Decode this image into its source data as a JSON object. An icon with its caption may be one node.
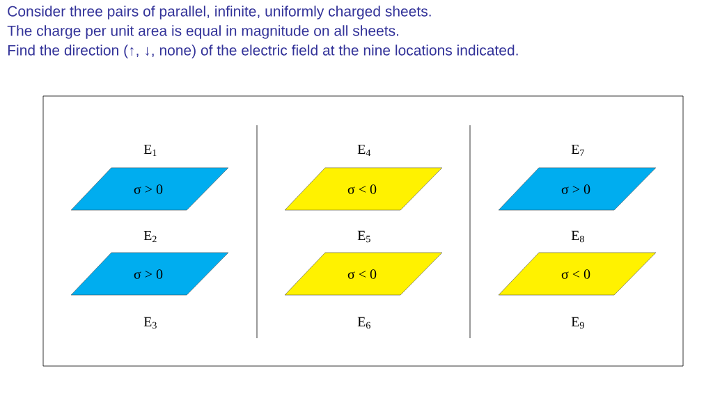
{
  "diagram": {
    "nodes": [
      {
        "text": [
          "σ > 0"
        ]
      },
      {
        "text": [
          "σ > 0"
        ]
      },
      {
        "text": [
          "σ < 0"
        ]
      },
      {
        "text": [
          "σ < 0"
        ]
      },
      {
        "text": [
          "σ > 0"
        ]
      },
      {
        "text": [
          "σ < 0"
        ]
      }
    ],
    "labels": [
      "Consider three pairs of parallel, infinite, uniformly charged sheets.",
      "The charge per unit area is equal in magnitude on all sheets.",
      "Find the direction (↑, ↓, none) of the electric field at the nine locations indicated.",
      "E$_{1}$",
      "E$_{4}$",
      "E$_{7}$",
      "E$_{2}$",
      "E$_{5}$",
      "E$_{8}$",
      "E$_{3}$",
      "E$_{6}$",
      "E$_{9}$"
    ]
  }
}
